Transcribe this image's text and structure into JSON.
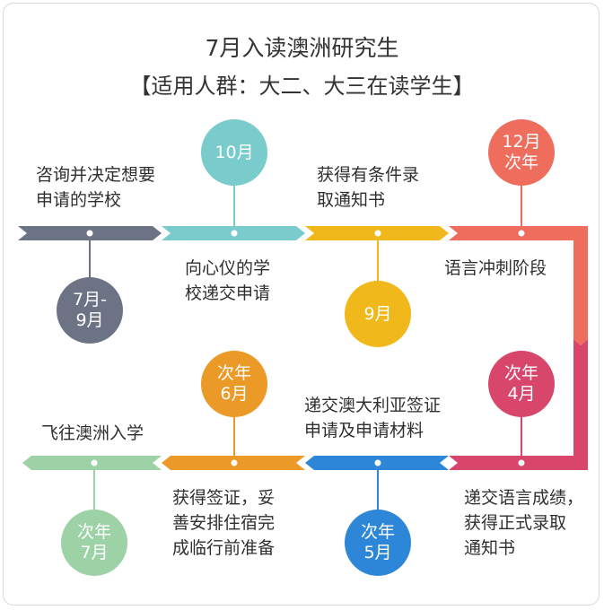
{
  "title": "7月入读澳洲研究生",
  "subtitle": "【适用人群：大二、大三在读学生】",
  "colors": {
    "slate": "#6b7385",
    "teal": "#79cccb",
    "gold": "#f1b81c",
    "coral": "#ef6d5d",
    "crimson": "#d8466c",
    "blue": "#2e86d9",
    "orange": "#ec9a27",
    "green": "#9cd2a6"
  },
  "timeline": {
    "stages": [
      {
        "circle": "7月-\n9月",
        "text": "咨询并决定想要\n申请的学校"
      },
      {
        "circle": "10月",
        "text": "向心仪的学\n校递交申请"
      },
      {
        "circle": "9月",
        "text": "获得有条件录\n取通知书"
      },
      {
        "circle": "12月\n次年",
        "text": "语言冲刺阶段"
      },
      {
        "circle": "次年\n4月",
        "text": "递交语言成绩，\n获得正式录取\n通知书"
      },
      {
        "circle": "次年\n5月",
        "text": "递交澳大利亚签证\n申请及申请材料"
      },
      {
        "circle": "次年\n6月",
        "text": "获得签证，妥\n善安排住宿完\n成临行前准备"
      },
      {
        "circle": "次年\n7月",
        "text": "飞往澳洲入学"
      }
    ]
  }
}
